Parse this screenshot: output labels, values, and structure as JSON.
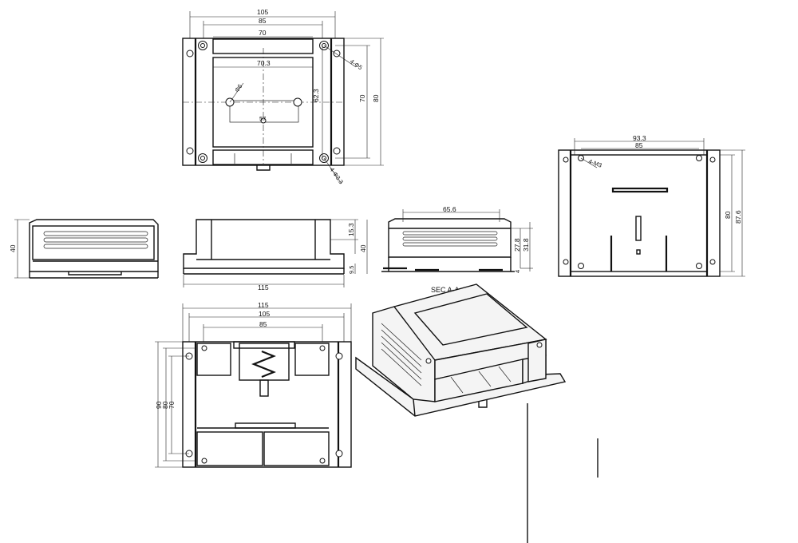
{
  "top_view": {
    "dims": [
      "105",
      "85",
      "70",
      "70.3",
      "62.3",
      "70",
      "80",
      "57"
    ],
    "hole_labels": [
      "4-Φ5",
      "Φ6",
      "4-Φ3.3"
    ]
  },
  "side_view_left": {
    "dims": [
      "40"
    ]
  },
  "front_view": {
    "dims": [
      "15.3",
      "40",
      "9.5",
      "115"
    ]
  },
  "section_view": {
    "dims": [
      "65.6",
      "27.8",
      "31.8",
      "4"
    ],
    "label": "SEC A-A"
  },
  "inner_view": {
    "dims": [
      "93.3",
      "85",
      "80",
      "87.6"
    ],
    "hole_label": "4-M3"
  },
  "bottom_view": {
    "dims": [
      "115",
      "105",
      "85",
      "90",
      "80",
      "70"
    ]
  }
}
